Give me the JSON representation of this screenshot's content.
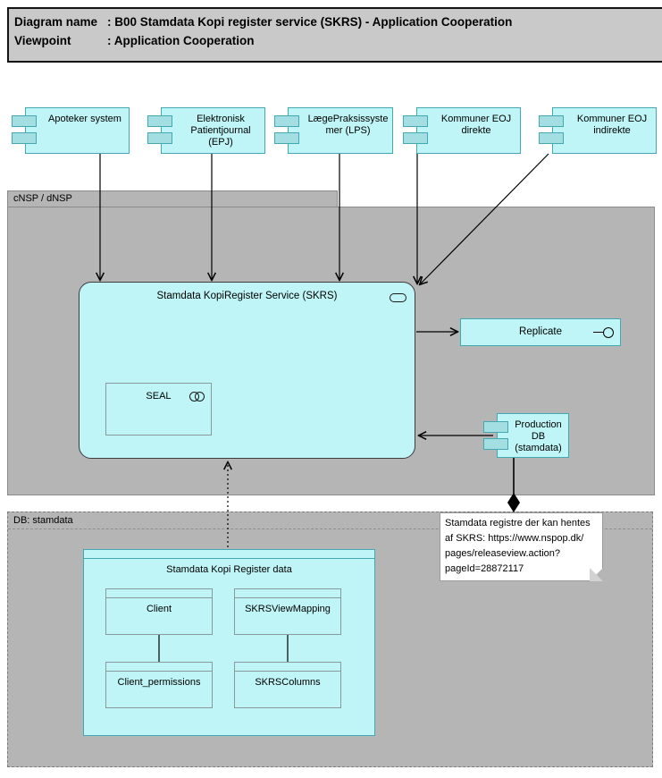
{
  "title": {
    "rows": [
      {
        "label": "Diagram name",
        "value": ": B00 Stamdata Kopi register service (SKRS) - Application Cooperation"
      },
      {
        "label": "Viewpoint",
        "value": ": Application Cooperation"
      }
    ]
  },
  "groups": {
    "cnsp": {
      "label": "cNSP / dNSP"
    },
    "db": {
      "label": "DB: stamdata"
    }
  },
  "components": [
    {
      "label": "Apoteker system"
    },
    {
      "label": "Elektronisk\nPatientjournal\n(EPJ)"
    },
    {
      "label": "LægePraksissyste\nmer (LPS)"
    },
    {
      "label": "Kommuner EOJ\ndirekte"
    },
    {
      "label": "Kommuner EOJ\nindirekte"
    }
  ],
  "service": {
    "label": "Stamdata KopiRegister Service (SKRS)"
  },
  "seal": {
    "label": "SEAL"
  },
  "replicate": {
    "label": "Replicate"
  },
  "production_db": {
    "label": "Production DB\n(stamdata)"
  },
  "note": {
    "text": "Stamdata registre der kan hentes\naf SKRS: https://www.nspop.dk/\npages/releaseview.action?\npageId=28872117"
  },
  "data_objects": {
    "parent": {
      "label": "Stamdata Kopi Register data"
    },
    "client": {
      "label": "Client"
    },
    "skrs_view_mapping": {
      "label": "SKRSViewMapping"
    },
    "client_permissions": {
      "label": "Client_permissions"
    },
    "skrs_columns": {
      "label": "SKRSColumns"
    }
  },
  "colors": {
    "element-fill": "#bff5f6",
    "icon-fill": "#a3dfe2",
    "element-border": "#44a8b2",
    "group-fill": "#b5b5b5",
    "group-border": "#8a8a8a",
    "title-fill": "#c9c9c9",
    "connector": "#000000"
  }
}
